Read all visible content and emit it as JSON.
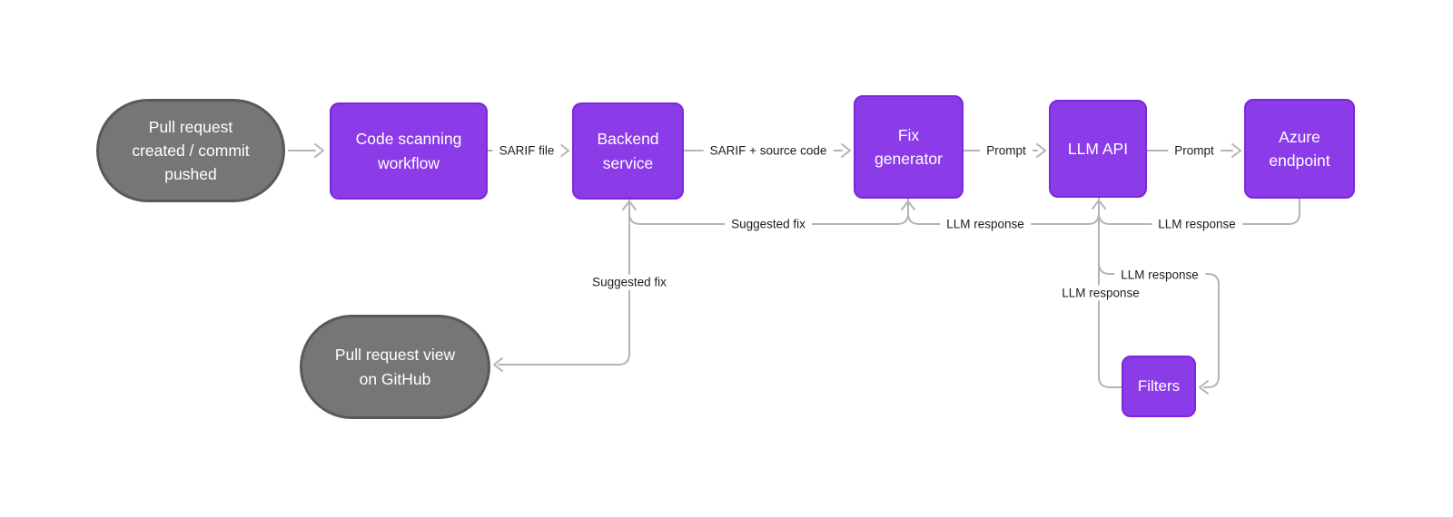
{
  "diagram": {
    "colors": {
      "node_fill": "#8b3be8",
      "node_border": "#7a28d8",
      "pill_fill": "#767676",
      "pill_border": "#595959",
      "wire": "#b4b4b4",
      "edge_label_text": "#1d1d1f",
      "node_text": "#ffffff",
      "background": "#ffffff"
    },
    "nodes": {
      "pr_created": {
        "label": "Pull request\ncreated / commit\npushed"
      },
      "code_scanning": {
        "label": "Code scanning\nworkflow"
      },
      "backend": {
        "label": "Backend\nservice"
      },
      "fix_generator": {
        "label": "Fix\ngenerator"
      },
      "llm_api": {
        "label": "LLM API"
      },
      "azure": {
        "label": "Azure\nendpoint"
      },
      "filters": {
        "label": "Filters"
      },
      "pr_view": {
        "label": "Pull request view\non GitHub"
      }
    },
    "edges": {
      "sarif_file": {
        "label": "SARIF file",
        "from": "code_scanning",
        "to": "backend"
      },
      "sarif_source": {
        "label": "SARIF + source code",
        "from": "backend",
        "to": "fix_generator"
      },
      "prompt_1": {
        "label": "Prompt",
        "from": "fix_generator",
        "to": "llm_api"
      },
      "prompt_2": {
        "label": "Prompt",
        "from": "llm_api",
        "to": "azure"
      },
      "llm_response_azure": {
        "label": "LLM response",
        "from": "azure",
        "to": "llm_api"
      },
      "llm_response_fixgen": {
        "label": "LLM response",
        "from": "llm_api",
        "to": "fix_generator"
      },
      "suggested_fix_backend": {
        "label": "Suggested fix",
        "from": "fix_generator",
        "to": "backend"
      },
      "suggested_fix_pr": {
        "label": "Suggested fix",
        "from": "backend",
        "to": "pr_view"
      },
      "llm_response_to_filters": {
        "label": "LLM response",
        "from": "llm_api",
        "to": "filters"
      },
      "llm_response_from_filters": {
        "label": "LLM response",
        "from": "filters",
        "to": "llm_api"
      }
    }
  }
}
